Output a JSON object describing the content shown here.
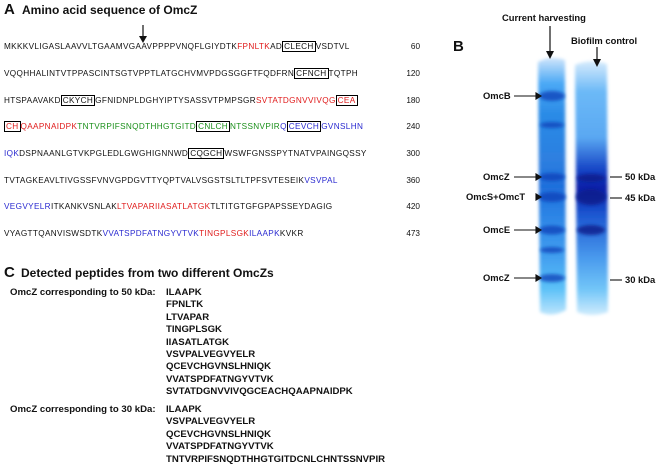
{
  "panelA": {
    "letter": "A",
    "title": "Amino acid sequence of OmcZ",
    "lines": [
      {
        "num": "60",
        "segs": [
          {
            "t": "MKKKVLIGASLAAVVLTGAAMVGAAVPPPPVNQFLGIYDTK",
            "c": "k"
          },
          {
            "t": "FPNLTK",
            "c": "r"
          },
          {
            "t": "AD",
            "c": "k"
          },
          {
            "t": "CLECH",
            "c": "k",
            "box": true
          },
          {
            "t": "VSDTVL",
            "c": "k"
          }
        ]
      },
      {
        "num": "120",
        "segs": [
          {
            "t": "VQQHHALINTVTPPASCINTSGTVPPTLATGCHVMVPDGSGGFTFQDFRN",
            "c": "k"
          },
          {
            "t": "CFNCH",
            "c": "k",
            "box": true
          },
          {
            "t": "TQTPH",
            "c": "k"
          }
        ]
      },
      {
        "num": "180",
        "segs": [
          {
            "t": "HTSPAAVAKD",
            "c": "k"
          },
          {
            "t": "CKYCH",
            "c": "k",
            "box": true
          },
          {
            "t": "GFNIDNPLDGHYIPTYSASSVTPMPSGR",
            "c": "k"
          },
          {
            "t": "SVTATDGNVVIVQG",
            "c": "r"
          },
          {
            "t": "CEA",
            "c": "r",
            "box": true
          }
        ]
      },
      {
        "num": "240",
        "segs": [
          {
            "t": "CH",
            "c": "r",
            "box": true
          },
          {
            "t": "QAAPNAIDPK",
            "c": "r"
          },
          {
            "t": "TNTVRPIFSNQDTHHGTGITD",
            "c": "g"
          },
          {
            "t": "CNLCH",
            "c": "g",
            "box": true
          },
          {
            "t": "NTSSNVPIR",
            "c": "g"
          },
          {
            "t": "Q",
            "c": "b"
          },
          {
            "t": "CEVCH",
            "c": "b",
            "box": true
          },
          {
            "t": "GVNSLHN",
            "c": "b"
          }
        ]
      },
      {
        "num": "300",
        "segs": [
          {
            "t": "IQK",
            "c": "b"
          },
          {
            "t": "DSPNAANLGTVKPGLEDLGWGHIGNNWD",
            "c": "k"
          },
          {
            "t": "CQGCH",
            "c": "k",
            "box": true
          },
          {
            "t": "WSWFGNSSPYTNATVPAINGQSSY",
            "c": "k"
          }
        ]
      },
      {
        "num": "360",
        "segs": [
          {
            "t": "TVTAGKEAVLTIVGSSFVNVGPDGVTTYQPTVALVSGSTSLTLTPFSVTESEIK",
            "c": "k"
          },
          {
            "t": "VSVPAL",
            "c": "b"
          }
        ]
      },
      {
        "num": "420",
        "segs": [
          {
            "t": "VEGVYELR",
            "c": "b"
          },
          {
            "t": "ITKANKVSNLAK",
            "c": "k"
          },
          {
            "t": "LTVAPARIIASATLATGK",
            "c": "r"
          },
          {
            "t": "TLTITGTGFGPAPSSEYDAGIG",
            "c": "k"
          }
        ]
      },
      {
        "num": "473",
        "segs": [
          {
            "t": "VYAGTTQANVISWSDTK",
            "c": "k"
          },
          {
            "t": "VVATSPDFATNGYVTVK",
            "c": "b"
          },
          {
            "t": "TINGPLSGK",
            "c": "r"
          },
          {
            "t": "ILAAPK",
            "c": "b"
          },
          {
            "t": "KVKR",
            "c": "k"
          }
        ]
      }
    ]
  },
  "panelB": {
    "letter": "B",
    "lane1_label": "Current harvesting",
    "lane2_label": "Biofilm control",
    "band_labels": [
      "OmcB",
      "OmcZ",
      "OmcS+OmcT",
      "OmcE",
      "OmcZ"
    ],
    "markers": [
      "50 kDa",
      "45 kDa",
      "30 kDa"
    ]
  },
  "panelC": {
    "letter": "C",
    "title": "Detected peptides from two different OmcZs",
    "group1": {
      "heading": "OmcZ corresponding to 50 kDa:",
      "peptides": [
        "ILAAPK",
        "FPNLTK",
        "LTVAPAR",
        "TINGPLSGK",
        "IIASATLATGK",
        "VSVPALVEGVYELR",
        "QCEVCHGVNSLHNIQK",
        "VVATSPDFATNGYVTVK",
        "SVTATDGNVVIVQGCEACHQAAPNAIDPK"
      ]
    },
    "group2": {
      "heading": "OmcZ corresponding to 30 kDa:",
      "peptides": [
        "ILAAPK",
        "VSVPALVEGVYELR",
        "QCEVCHGVNSLHNIQK",
        "VVATSPDFATNGYVTVK",
        "TNTVRPIFSNQDTHHGTGITDCNLCHNTSSNVPIR"
      ]
    }
  },
  "colors": {
    "red": "#e01b1b",
    "green": "#1a8f1a",
    "blue": "#2a2ad0",
    "gel_blue": "#1e7fe6"
  }
}
